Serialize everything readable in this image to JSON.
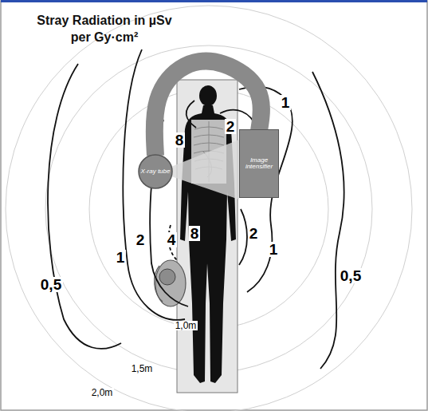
{
  "diagram": {
    "title": "Stray Radiation in µSv per Gy·cm²",
    "nodes": [
      {
        "text": [
          "X-ray tube"
        ]
      },
      {
        "text": [
          "Image intensifier"
        ]
      }
    ],
    "edges": [
      {
        "from": 0,
        "to": 1,
        "arrow": "none"
      }
    ],
    "labels": [
      "8",
      "2",
      "1",
      "4",
      "8",
      "2",
      "2",
      "1",
      "1",
      "0,5",
      "0,5",
      "1,0m",
      "1,5m",
      "2,0m"
    ]
  }
}
